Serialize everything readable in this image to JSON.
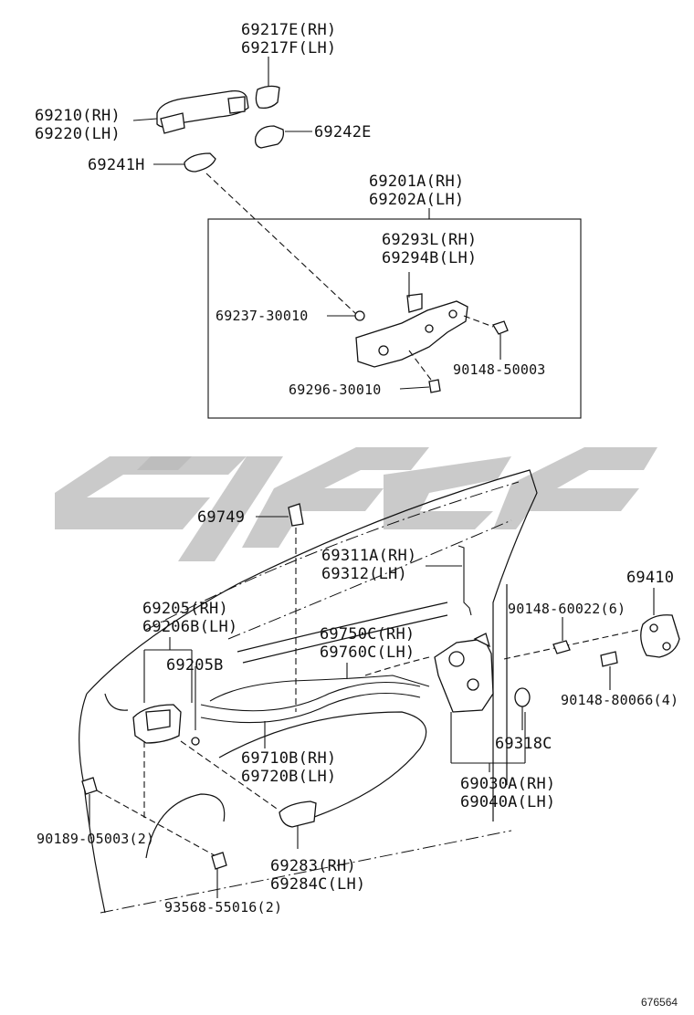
{
  "diagram": {
    "reference_number": "676564",
    "part_labels": {
      "handle_cover_front": [
        "69217E(RH)",
        "69217F(LH)"
      ],
      "outside_handle": [
        "69210(RH)",
        "69220(LH)"
      ],
      "handle_pad": "69242E",
      "handle_pad_rear": "69241H",
      "handle_frame_assy": [
        "69201A(RH)",
        "69202A(LH)"
      ],
      "frame_sub": [
        "69293L(RH)",
        "69294B(LH)"
      ],
      "frame_pin": "69237-30010",
      "frame_screw": "90148-50003",
      "frame_clip": "69296-30010",
      "rod_clip": "69749",
      "lock_rod": [
        "69311A(RH)",
        "69312(LH)"
      ],
      "inside_handle": [
        "69205(RH)",
        "69206B(LH)"
      ],
      "inside_handle_bezel": "69205B",
      "lock_cable": [
        "69750C(RH)",
        "69760C(LH)"
      ],
      "inside_cable": [
        "69710B(RH)",
        "69720B(LH)"
      ],
      "bolt_inside": "90189-05003(2)",
      "bolt_lower": "93568-55016(2)",
      "handle_cover_inner": [
        "69283(RH)",
        "69284C(LH)"
      ],
      "door_lock": [
        "69030A(RH)",
        "69040A(LH)"
      ],
      "cushion": "69318C",
      "striker": "69410",
      "screw_striker_top": "90148-60022(6)",
      "screw_striker_bottom": "90148-80066(4)"
    }
  }
}
